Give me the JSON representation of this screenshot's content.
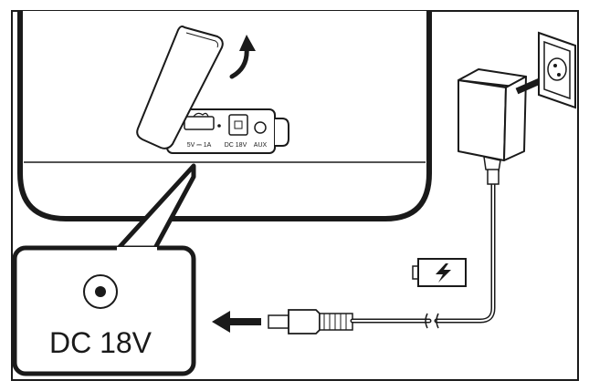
{
  "callout": {
    "label": "DC 18V"
  },
  "port_panel": {
    "usb_label": "5V ⎓ 1A",
    "dc_label": "DC 18V",
    "aux_label": "AUX"
  },
  "icons": {
    "battery": "battery-charging-icon",
    "arrow_up": "rotate-arrow-icon",
    "arrow_left": "insert-arrow-icon",
    "arrow_wall": "plug-arrow-icon",
    "socket": "wall-socket-icon",
    "adapter": "power-adapter-icon",
    "jack": "dc-jack-icon"
  },
  "colors": {
    "stroke": "#1a1a1a",
    "fill": "#ffffff",
    "shade": "#e6e6e6"
  }
}
